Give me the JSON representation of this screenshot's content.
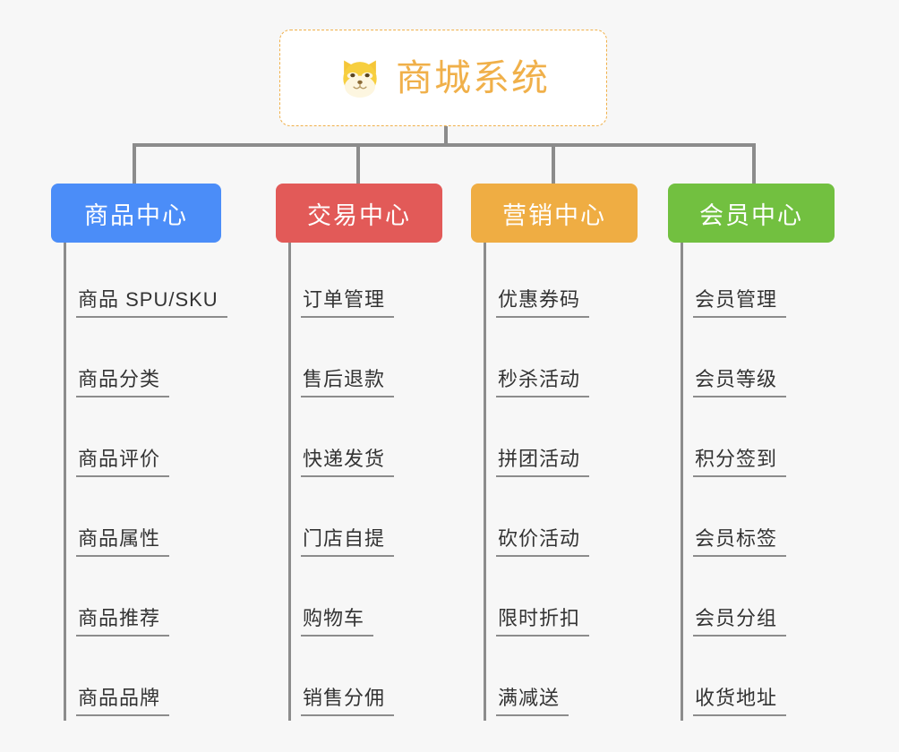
{
  "page": {
    "background_color": "#f7f7f7",
    "type": "mindmap-diagram"
  },
  "root": {
    "title": "商城系统",
    "icon": "dog-face-icon",
    "text_color": "#f0b04a",
    "border_color": "#f0b04a",
    "background_color": "#ffffff"
  },
  "branches": [
    {
      "title": "商品中心",
      "color": "#4b8df8",
      "items": [
        "商品 SPU/SKU",
        "商品分类",
        "商品评价",
        "商品属性",
        "商品推荐",
        "商品品牌"
      ]
    },
    {
      "title": "交易中心",
      "color": "#e25a58",
      "items": [
        "订单管理",
        "售后退款",
        "快递发货",
        "门店自提",
        "购物车",
        "销售分佣"
      ]
    },
    {
      "title": "营销中心",
      "color": "#efad43",
      "items": [
        "优惠券码",
        "秒杀活动",
        "拼团活动",
        "砍价活动",
        "限时折扣",
        "满减送"
      ]
    },
    {
      "title": "会员中心",
      "color": "#72c040",
      "items": [
        "会员管理",
        "会员等级",
        "积分签到",
        "会员标签",
        "会员分组",
        "收货地址"
      ]
    }
  ],
  "connector": {
    "color": "#8c8c8c"
  }
}
